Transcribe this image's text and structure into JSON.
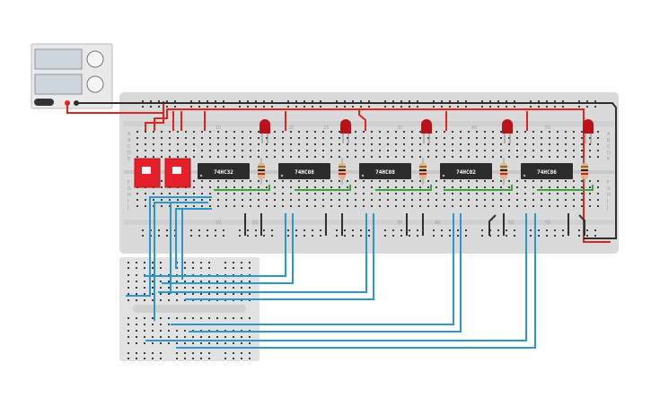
{
  "chips": [
    {
      "label": "74HC32"
    },
    {
      "label": "74HC08"
    },
    {
      "label": "74HC08"
    },
    {
      "label": "74HC02"
    },
    {
      "label": "74HC86"
    }
  ],
  "breadboard": {
    "column_numbers_top": [
      "10",
      "20",
      "25",
      "35",
      "45",
      "55"
    ],
    "column_numbers_bottom": [
      "10",
      "15",
      "35",
      "40",
      "50",
      "55"
    ],
    "row_letters_left": [
      "A",
      "B",
      "C",
      "D",
      "E",
      "F",
      "G",
      "H",
      "I",
      "J"
    ],
    "row_letters_right": [
      "A",
      "B",
      "C",
      "D",
      "E",
      "F",
      "G",
      "H",
      "I",
      "J"
    ]
  },
  "colors": {
    "board": "#dadada",
    "small_board": "#e2e2e2",
    "wire_red": "#e0251f",
    "wire_black": "#2f2f2f",
    "wire_blue": "#2b97cf",
    "wire_green": "#3aa635",
    "chip_body": "#2c2c2c",
    "led_red": "#b8121a",
    "switch_red": "#e4202a"
  },
  "icons": {
    "power_supply": "power-supply-icon",
    "dip_switch": "dip-switch-icon",
    "led": "led-icon",
    "resistor": "resistor-icon"
  }
}
